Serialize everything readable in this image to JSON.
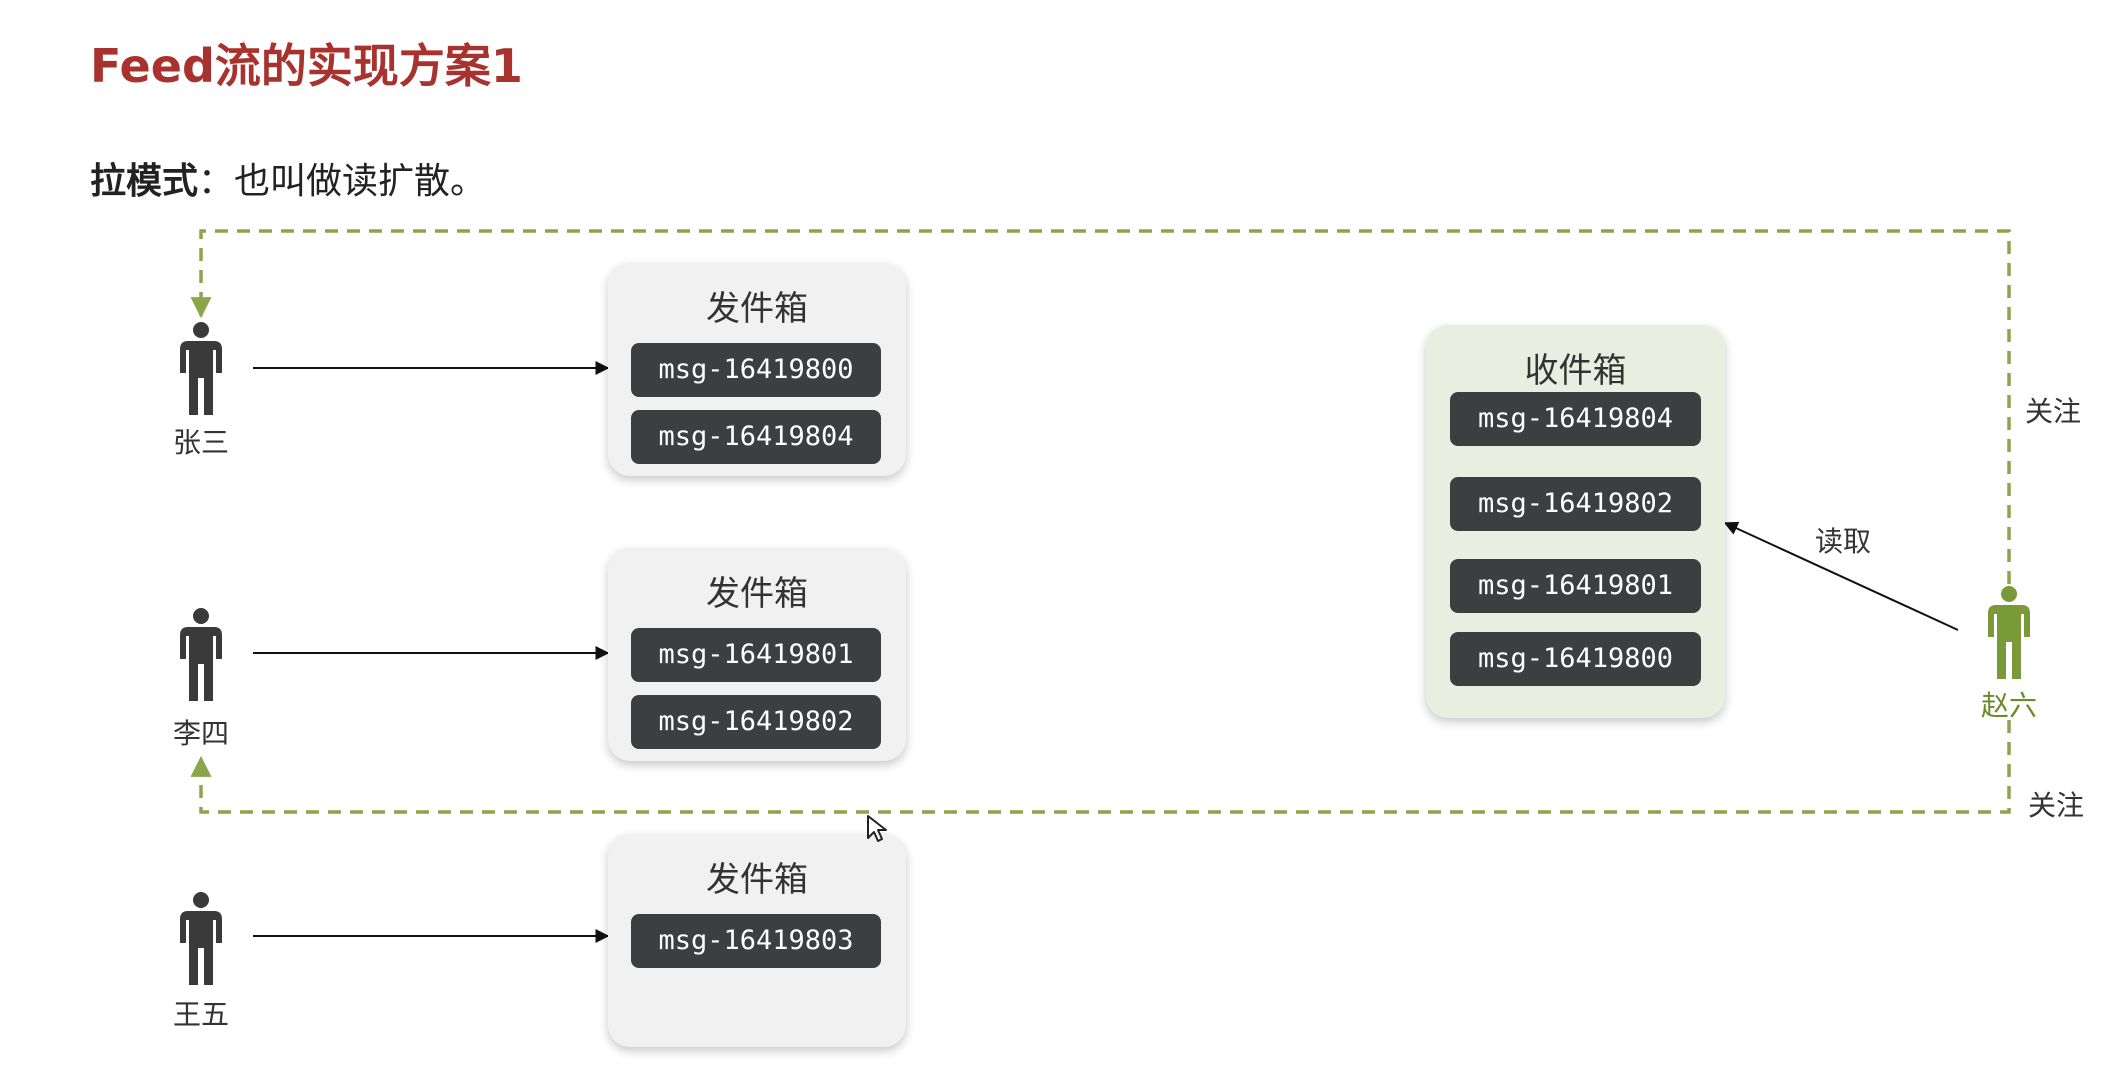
{
  "title": "Feed流的实现方案1",
  "subtitle": {
    "term": "拉模式",
    "separator": "：",
    "text": "也叫做读扩散。"
  },
  "colors": {
    "title": "#a8322d",
    "follow_line": "#8aa54a",
    "msg_bg": "#3b3f3f",
    "outbox_bg": "#f1f1f1",
    "inbox_bg": "#e9efe0",
    "person": "#3a3a3a",
    "person_follower": "#7a9a3a"
  },
  "users": [
    {
      "name": "张三",
      "icon": "person-icon"
    },
    {
      "name": "李四",
      "icon": "person-icon"
    },
    {
      "name": "王五",
      "icon": "person-icon"
    }
  ],
  "follower": {
    "name": "赵六",
    "icon": "person-icon"
  },
  "outboxes": [
    {
      "title": "发件箱",
      "messages": [
        "msg-16419800",
        "msg-16419804"
      ]
    },
    {
      "title": "发件箱",
      "messages": [
        "msg-16419801",
        "msg-16419802"
      ]
    },
    {
      "title": "发件箱",
      "messages": [
        "msg-16419803"
      ]
    }
  ],
  "inbox": {
    "title": "收件箱",
    "messages": [
      "msg-16419804",
      "msg-16419802",
      "msg-16419801",
      "msg-16419800"
    ]
  },
  "edge_labels": {
    "read": "读取",
    "follow_top": "关注",
    "follow_bottom": "关注"
  }
}
